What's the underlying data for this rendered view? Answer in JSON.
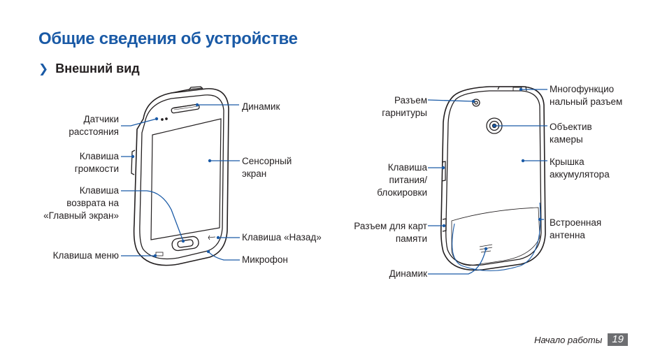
{
  "section_title": "Общие сведения об устройстве",
  "subsection": {
    "chevron": "❯",
    "title": "Внешний вид"
  },
  "front_labels": {
    "proximity_sensor": [
      "Датчики",
      "расстояния"
    ],
    "volume_key": [
      "Клавиша",
      "громкости"
    ],
    "home_key": [
      "Клавиша",
      "возврата на",
      "«Главный экран»"
    ],
    "menu_key": "Клавиша меню",
    "speaker": "Динамик",
    "touch_screen": [
      "Сенсорный",
      "экран"
    ],
    "back_key": "Клавиша «Назад»",
    "microphone": "Микрофон"
  },
  "back_labels": {
    "headset_jack": [
      "Разъем",
      "гарнитуры"
    ],
    "power_key": [
      "Клавиша",
      "питания/",
      "блокировки"
    ],
    "memory_card_slot": [
      "Разъем для карт",
      "памяти"
    ],
    "speaker": "Динамик",
    "multifunction_jack": [
      "Многофункцио",
      "нальный разъем"
    ],
    "camera_lens": [
      "Объектив",
      "камеры"
    ],
    "battery_cover": [
      "Крышка",
      "аккумулятора"
    ],
    "antenna": [
      "Встроенная",
      "антенна"
    ]
  },
  "footer": {
    "section_name": "Начало работы",
    "page_number": "19"
  },
  "colors": {
    "accent": "#1a5aa6",
    "text": "#231f20",
    "page_badge": "#6d6e71"
  }
}
